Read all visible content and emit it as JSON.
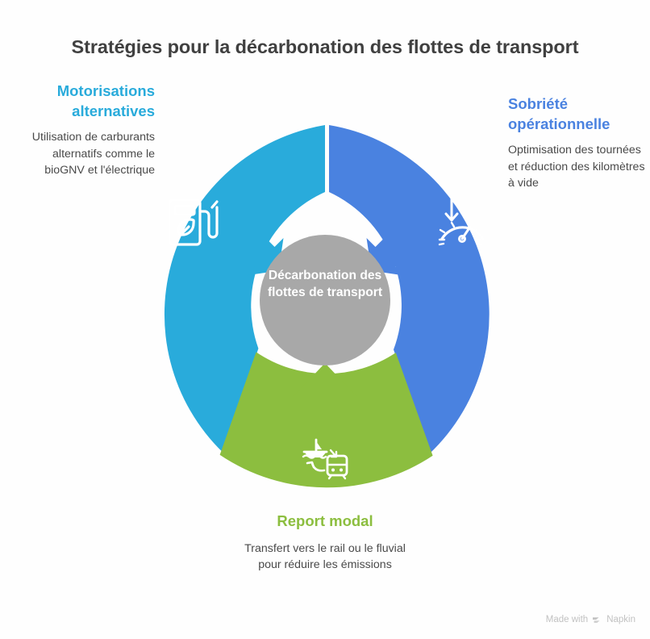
{
  "page": {
    "title": "Stratégies pour la décarbonation des flottes de transport"
  },
  "center": {
    "label": "Décarbonation des flottes de transport",
    "color": "#a8a8a8"
  },
  "segments": [
    {
      "id": "motorisations-alternatives",
      "heading": "Motorisations alternatives",
      "description": "Utilisation de carburants alternatifs comme le bioGNV et l'électrique",
      "color": "#29abdb",
      "icon": "fuel-pump-leaf-icon",
      "position": "left"
    },
    {
      "id": "sobriete-operationnelle",
      "heading": "Sobriété opérationnelle",
      "description": "Optimisation des tournées et réduction des kilomètres à vide",
      "color": "#4a82e0",
      "icon": "gauge-down-arrow-icon",
      "position": "right"
    },
    {
      "id": "report-modal",
      "heading": "Report modal",
      "description": "Transfert vers le rail ou le fluvial pour réduire les émissions",
      "color": "#8cbe3f",
      "icon": "ship-train-icon",
      "position": "bottom"
    }
  ],
  "watermark": {
    "prefix": "Made with",
    "brand": "Napkin"
  }
}
